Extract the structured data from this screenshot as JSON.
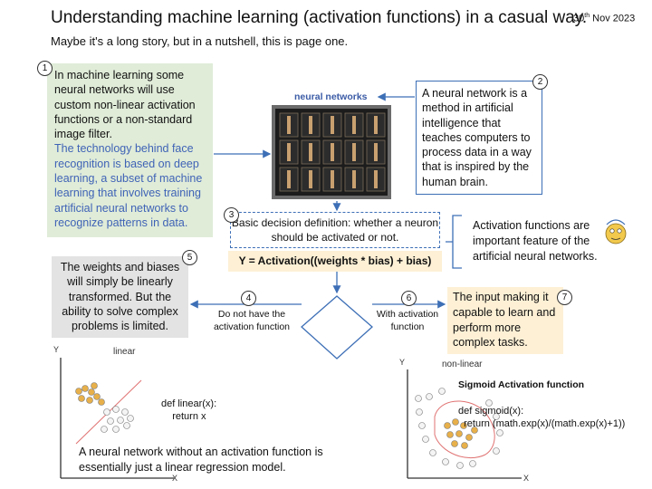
{
  "header": {
    "title": "Understanding machine learning (activation functions) in a casual way.",
    "date_day": "30",
    "date_suffix": "th",
    "date_rest": " Nov 2023",
    "subtitle": "Maybe it's a long story, but in a nutshell, this is page one."
  },
  "steps": {
    "n1": "1",
    "n2": "2",
    "n3": "3",
    "n4": "4",
    "n5": "5",
    "n6": "6",
    "n7": "7"
  },
  "box1": {
    "text_dark": "In machine learning some neural networks will use custom non-linear activation functions or a non-standard image filter.",
    "text_blue": "The technology behind face recognition is based on deep learning, a subset of machine learning that involves training artificial neural networks to recognize patterns in data."
  },
  "nn": {
    "label": "neural networks"
  },
  "box2": {
    "text": "A neural network is a method in artificial intelligence that teaches computers to process data in a way that is inspired by the human brain."
  },
  "box3": {
    "text": "Basic decision definition:  whether a neuron should be activated or not."
  },
  "formula": {
    "text": "Y = Activation((weights * bias) + bias)"
  },
  "activation_note": {
    "text": "Activation functions are important feature of the artificial neural networks."
  },
  "box5": {
    "text": "The weights and biases will simply be linearly transformed. But the ability to solve complex problems is limited."
  },
  "branch_left": {
    "label": "Do not have the activation function"
  },
  "branch_right": {
    "label": "With activation function"
  },
  "box7": {
    "text": "The input making it capable to learn and perform more complex tasks."
  },
  "linear_plot": {
    "label": "linear",
    "y_axis": "Y",
    "x_axis": "X",
    "code": "def linear(x):\n    return x",
    "note": "A neural network without an activation function is essentially just a linear regression model."
  },
  "nonlinear_plot": {
    "label": "non-linear",
    "y_axis": "Y",
    "x_axis": "X",
    "title": "Sigmoid Activation function",
    "code": "def sigmoid(x):\n  return (math.exp(x)/(math.exp(x)+1))"
  },
  "colors": {
    "accent_blue": "#3d6fb6",
    "green_box": "#e0ecd8",
    "yellow_box": "#fdf0d5",
    "gray_box": "#e3e3e3",
    "separator_red": "#e07070"
  }
}
